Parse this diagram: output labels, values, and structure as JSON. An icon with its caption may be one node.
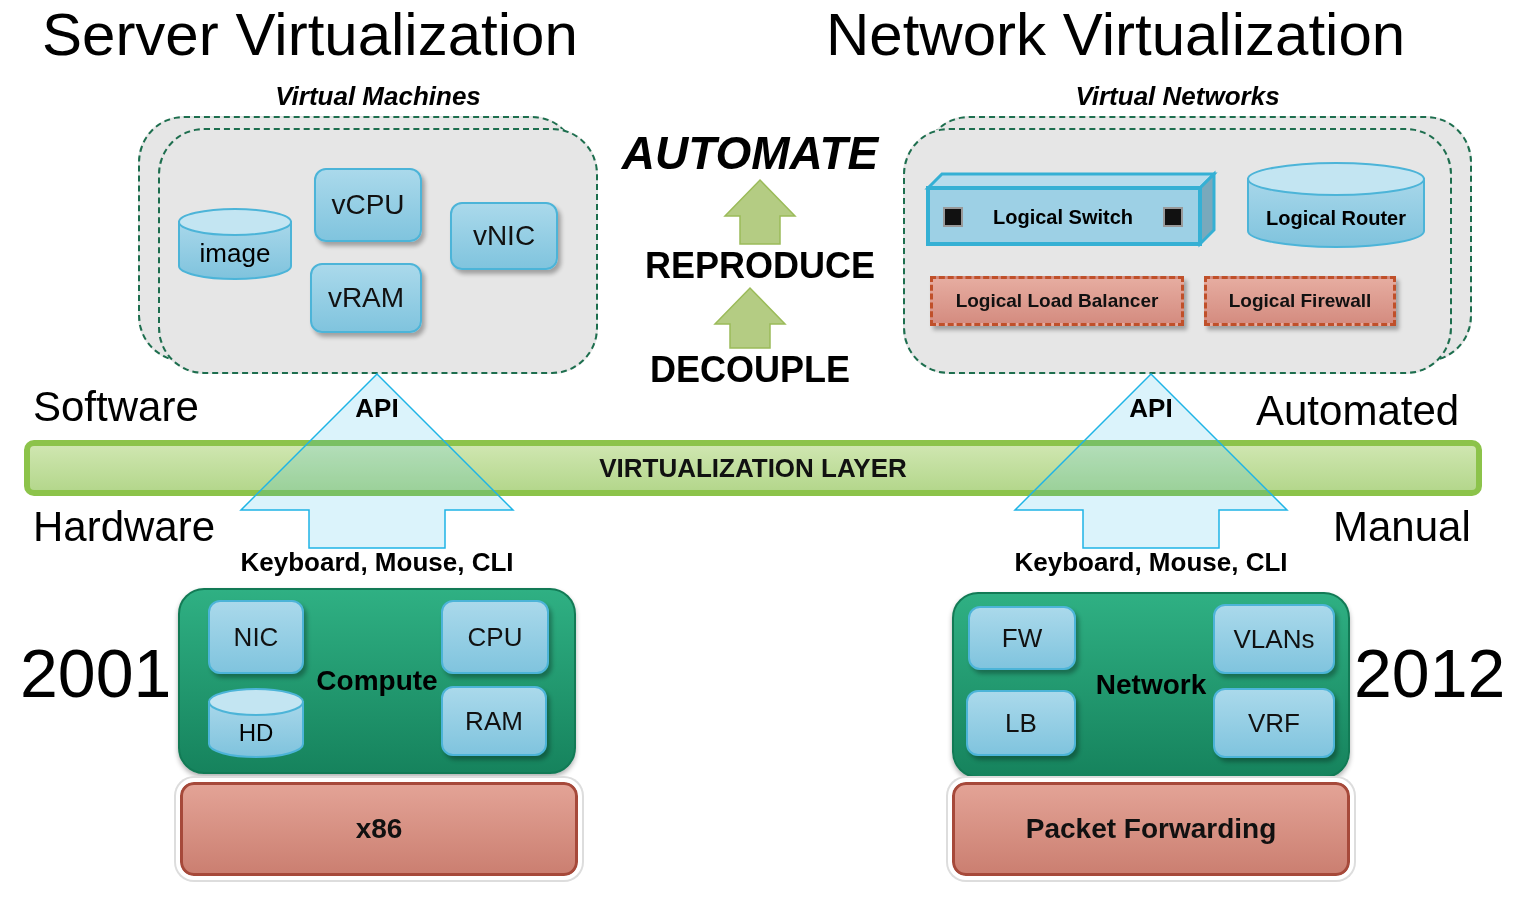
{
  "diagram": {
    "nodes": [
      {
        "text": [
          "Virtual Machines"
        ]
      },
      {
        "text": [
          "image"
        ],
        "in": 0
      },
      {
        "text": [
          "vCPU"
        ],
        "in": 0
      },
      {
        "text": [
          "vRAM"
        ],
        "in": 0
      },
      {
        "text": [
          "vNIC"
        ],
        "in": 0
      },
      {
        "text": [
          "Virtual Networks"
        ]
      },
      {
        "text": [
          "Logical Switch"
        ],
        "in": 5
      },
      {
        "text": [
          "Logical Router"
        ],
        "in": 5
      },
      {
        "text": [
          "Logical Load Balancer"
        ],
        "in": 5
      },
      {
        "text": [
          "Logical Firewall"
        ],
        "in": 5
      },
      {
        "text": [
          "VIRTUALIZATION LAYER"
        ]
      },
      {
        "text": [
          "Keyboard, Mouse, CLI",
          "Compute"
        ]
      },
      {
        "text": [
          "NIC"
        ],
        "in": 11
      },
      {
        "text": [
          "HD"
        ],
        "in": 11
      },
      {
        "text": [
          "CPU"
        ],
        "in": 11
      },
      {
        "text": [
          "RAM"
        ],
        "in": 11
      },
      {
        "text": [
          "x86"
        ]
      },
      {
        "text": [
          "Keyboard, Mouse, CLI",
          "Network"
        ]
      },
      {
        "text": [
          "FW"
        ],
        "in": 17
      },
      {
        "text": [
          "LB"
        ],
        "in": 17
      },
      {
        "text": [
          "VLANs"
        ],
        "in": 17
      },
      {
        "text": [
          "VRF"
        ],
        "in": 17
      },
      {
        "text": [
          "Packet Forwarding"
        ]
      },
      {
        "text": [
          "AUTOMATE"
        ]
      },
      {
        "text": [
          "REPRODUCE"
        ]
      },
      {
        "text": [
          "DECOUPLE"
        ]
      }
    ],
    "edges": [
      {
        "from": 11,
        "to": 0,
        "arrow": "to",
        "label": "API",
        "style": "thick",
        "color": "#1fb4e6"
      },
      {
        "from": 17,
        "to": 5,
        "arrow": "to",
        "label": "API",
        "style": "thick",
        "color": "#1fb4e6"
      },
      {
        "from": 25,
        "to": 24,
        "arrow": "to",
        "style": "thick",
        "color": "#9bbb59"
      },
      {
        "from": 24,
        "to": 23,
        "arrow": "to",
        "style": "thick",
        "color": "#9bbb59"
      }
    ],
    "labels": [
      "Server Virtualization",
      "Network Virtualization",
      "Software",
      "Automated",
      "Hardware",
      "Manual",
      "2001",
      "2012"
    ]
  }
}
